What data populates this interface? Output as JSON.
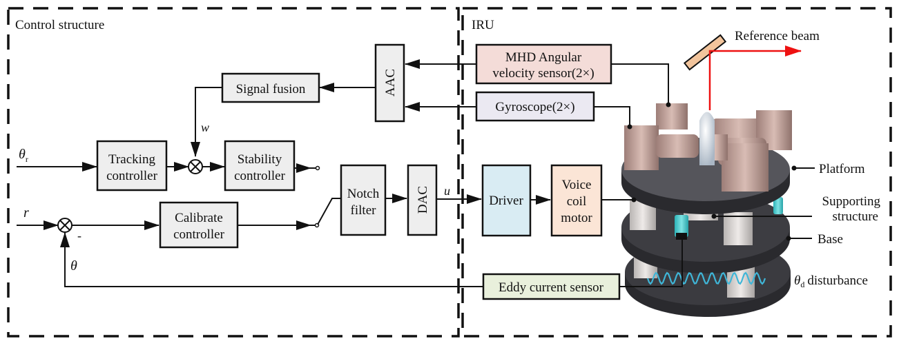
{
  "regions": {
    "control": {
      "title": "Control structure"
    },
    "iru": {
      "title": "IRU"
    }
  },
  "blocks": {
    "signal_fusion": {
      "label": "Signal fusion",
      "color": "#eeeeee"
    },
    "aac": {
      "label": "AAC",
      "color": "#eeeeee"
    },
    "tracking": {
      "line1": "Tracking",
      "line2": "controller",
      "color": "#eeeeee"
    },
    "stability": {
      "line1": "Stability",
      "line2": "controller",
      "color": "#eeeeee"
    },
    "calibrate": {
      "line1": "Calibrate",
      "line2": "controller",
      "color": "#eeeeee"
    },
    "notch": {
      "line1": "Notch",
      "line2": "filter",
      "color": "#eeeeee"
    },
    "dac": {
      "label": "DAC",
      "color": "#eeeeee"
    },
    "mhd": {
      "line1": "MHD Angular",
      "line2": "velocity sensor(2×)",
      "color": "#f4dcd8"
    },
    "gyro": {
      "label": "Gyroscope(2×)",
      "color": "#ebe9f2"
    },
    "driver": {
      "label": "Driver",
      "color": "#d9ecf3"
    },
    "vcm": {
      "line1": "Voice",
      "line2": "coil",
      "line3": "motor",
      "color": "#fbe5d6"
    },
    "eddy": {
      "label": "Eddy current sensor",
      "color": "#e9f0dc"
    }
  },
  "signals": {
    "theta_r": "θ",
    "theta_r_sub": "r",
    "r": "r",
    "minus": "-",
    "theta": "θ",
    "w": "w",
    "u": "u"
  },
  "hardware": {
    "reference_beam": "Reference beam",
    "platform": "Platform",
    "supporting_1": "Supporting",
    "supporting_2": "structure",
    "base": "Base",
    "disturbance_symbol": "θ",
    "disturbance_sub": "d",
    "disturbance": "disturbance",
    "beam_color": "#ee1111",
    "mirror_color": "#f2c49c",
    "wave_color": "#3fb6d8"
  }
}
